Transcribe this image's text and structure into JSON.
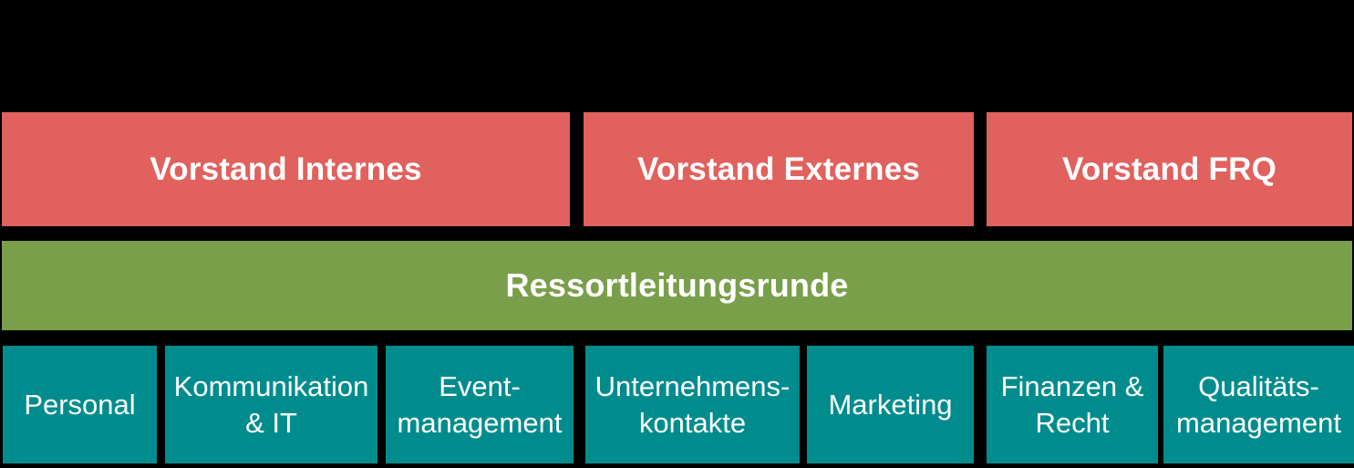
{
  "diagram": {
    "type": "org-chart",
    "background": "#000000",
    "text_color": "#FFFFFF",
    "board": {
      "color": "#E0615D",
      "items": [
        {
          "label": "Vorstand Internes"
        },
        {
          "label": "Vorstand Externes"
        },
        {
          "label": "Vorstand FRQ"
        }
      ]
    },
    "leadership": {
      "color": "#7A9F4B",
      "label": "Ressortleitungsrunde"
    },
    "departments": {
      "color": "#008C8D",
      "items": [
        {
          "label": "Personal"
        },
        {
          "label": "Kommunikation\n& IT"
        },
        {
          "label": "Event-\nmanagement"
        },
        {
          "label": "Unternehmens-\nkontakte"
        },
        {
          "label": "Marketing"
        },
        {
          "label": "Finanzen &\nRecht"
        },
        {
          "label": "Qualitäts-\nmanagement"
        }
      ]
    }
  }
}
